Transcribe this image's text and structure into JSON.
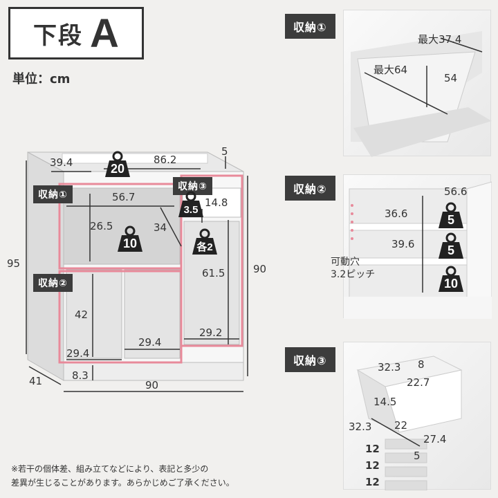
{
  "header": {
    "title": "下段",
    "letter": "A",
    "unit": "単位：cm"
  },
  "main_diagram": {
    "labels": {
      "storage1": "収納①",
      "storage2": "収納②",
      "storage3": "収納③"
    },
    "dims": {
      "top_left": "39.4",
      "top_mid": "86.2",
      "top_right": "5",
      "storage1_width": "56.7",
      "drawer_height": "14.8",
      "storage1_height": "26.5",
      "storage1_depth": "34",
      "height_left": "95",
      "height_right": "90",
      "door_inner": "61.5",
      "storage2_height": "42",
      "bottom_left_w": "29.4",
      "bottom_mid_w": "29.4",
      "bottom_right_w": "29.2",
      "plinth": "8.3",
      "depth": "41",
      "width": "90"
    },
    "weights": {
      "top": "20",
      "storage1": "10",
      "storage3": "3.5",
      "door_shelves": "各2"
    }
  },
  "panel1": {
    "tag": "収納①",
    "max_depth": "最大37.4",
    "max_width": "最大64",
    "depth": "54"
  },
  "panel2": {
    "tag": "収納②",
    "width": "56.6",
    "shelf1": "36.6",
    "shelf2": "39.6",
    "pitch_line1": "可動穴",
    "pitch_line2": "3.2ピッチ",
    "w1": "5",
    "w2": "5",
    "w3": "10"
  },
  "panel3": {
    "tag": "収納③",
    "d1": "32.3",
    "d2": "8",
    "d3": "22.7",
    "d4": "14.5",
    "d5": "32.3",
    "d6": "22",
    "d7": "27.4",
    "d8": "5",
    "h1": "12",
    "h2": "12",
    "h3": "12"
  },
  "note": {
    "line1": "※若干の個体差、組み立てなどにより、表記と多少の",
    "line2": "差異が生じることがあります。あらかじめご了承ください。"
  },
  "colors": {
    "tag_bg": "#3c3c3c",
    "highlight": "#e88a9a",
    "weight_icon": "#222222"
  }
}
